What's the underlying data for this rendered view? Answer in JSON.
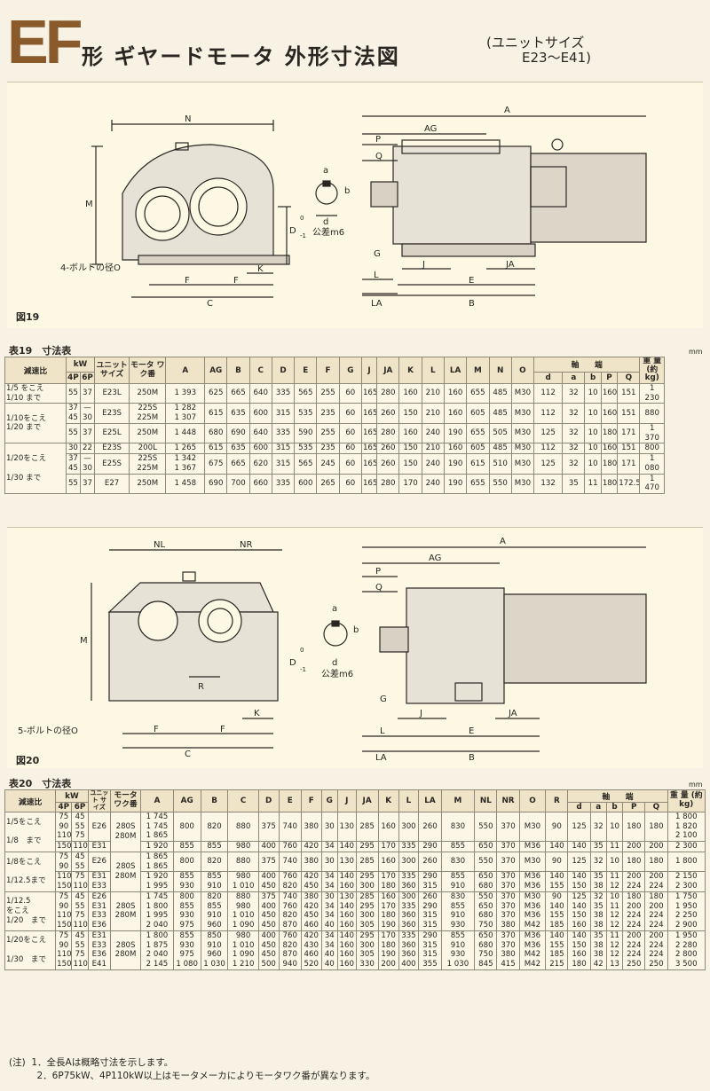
{
  "header": {
    "ef": "EF",
    "title": "形 ギヤードモータ 外形寸法図",
    "unit_label": "(ユニットサイズ",
    "unit_range": "E23～E41)"
  },
  "fig19": {
    "label": "図19",
    "dims": {
      "N": "N",
      "M": "M",
      "D": "D",
      "F": "F",
      "C": "C",
      "K": "K",
      "a": "a",
      "b": "b",
      "d": "d",
      "P": "P",
      "Q": "Q",
      "G": "G",
      "L": "L",
      "LA": "LA",
      "J": "J",
      "JA": "JA",
      "E": "E",
      "B": "B",
      "A": "A",
      "AG": "AG",
      "tol0": "0",
      "tolm": "-1"
    },
    "bolt": "4-ボルトの径O",
    "tol": "公差m6"
  },
  "table19": {
    "title": "表19　寸法表",
    "unit": "mm",
    "head": {
      "ratio": "減速比",
      "kw": "kW",
      "p4": "4P",
      "p6": "6P",
      "unit": "ユニット サイズ",
      "motor": "モータ ワク番",
      "A": "A",
      "AG": "AG",
      "B": "B",
      "C": "C",
      "D": "D",
      "E": "E",
      "F": "F",
      "G": "G",
      "J": "J",
      "JA": "JA",
      "K": "K",
      "L": "L",
      "LA": "LA",
      "M": "M",
      "N": "N",
      "O": "O",
      "shaft": "軸　　端",
      "d": "d",
      "a": "a",
      "b": "b",
      "P": "P",
      "Q": "Q",
      "weight": "重 量 (約kg)"
    },
    "rows": [
      {
        "ratio": "1/5 をこえ\n1/10 まで",
        "p4": "55",
        "p6": "37",
        "unit": "E23L",
        "motor": "250M",
        "A": "1 393",
        "AG": "625",
        "B": "665",
        "C": "640",
        "D": "335",
        "E": "565",
        "F": "255",
        "G": "60",
        "J": "165",
        "JA": "280",
        "K": "160",
        "L": "210",
        "LA": "160",
        "M": "655",
        "N": "485",
        "O": "M30",
        "d": "112",
        "a": "32",
        "b": "10",
        "P": "160",
        "Q": "151",
        "w": "1 230"
      },
      {
        "ratio": "1/10をこえ\n1/20 まで",
        "p4": "37\n45",
        "p6": "—\n30",
        "unit": "E23S",
        "motor": "225S\n225M",
        "A": "1 282\n1 307",
        "AG": "615",
        "B": "635",
        "C": "600",
        "D": "315",
        "E": "535",
        "F": "235",
        "G": "60",
        "J": "165",
        "JA": "260",
        "K": "150",
        "L": "210",
        "LA": "160",
        "M": "605",
        "N": "485",
        "O": "M30",
        "d": "112",
        "a": "32",
        "b": "10",
        "P": "160",
        "Q": "151",
        "w": "880"
      },
      {
        "ratio": "",
        "p4": "55",
        "p6": "37",
        "unit": "E25L",
        "motor": "250M",
        "A": "1 448",
        "AG": "680",
        "B": "690",
        "C": "640",
        "D": "335",
        "E": "590",
        "F": "255",
        "G": "60",
        "J": "165",
        "JA": "280",
        "K": "160",
        "L": "240",
        "LA": "190",
        "M": "655",
        "N": "505",
        "O": "M30",
        "d": "125",
        "a": "32",
        "b": "10",
        "P": "180",
        "Q": "171",
        "w": "1 370"
      },
      {
        "ratio": "1/20をこえ",
        "p4": "30",
        "p6": "22",
        "unit": "E23S",
        "motor": "200L",
        "A": "1 265",
        "AG": "615",
        "B": "635",
        "C": "600",
        "D": "315",
        "E": "535",
        "F": "235",
        "G": "60",
        "J": "165",
        "JA": "260",
        "K": "150",
        "L": "210",
        "LA": "160",
        "M": "605",
        "N": "485",
        "O": "M30",
        "d": "112",
        "a": "32",
        "b": "10",
        "P": "160",
        "Q": "151",
        "w": "800"
      },
      {
        "ratio": "",
        "p4": "37\n45",
        "p6": "—\n30",
        "unit": "E25S",
        "motor": "225S\n225M",
        "A": "1 342\n1 367",
        "AG": "675",
        "B": "665",
        "C": "620",
        "D": "315",
        "E": "565",
        "F": "245",
        "G": "60",
        "J": "165",
        "JA": "260",
        "K": "150",
        "L": "240",
        "LA": "190",
        "M": "615",
        "N": "510",
        "O": "M30",
        "d": "125",
        "a": "32",
        "b": "10",
        "P": "180",
        "Q": "171",
        "w": "1 080"
      },
      {
        "ratio": "1/30 まで",
        "p4": "55",
        "p6": "37",
        "unit": "E27",
        "motor": "250M",
        "A": "1 458",
        "AG": "690",
        "B": "700",
        "C": "660",
        "D": "335",
        "E": "600",
        "F": "265",
        "G": "60",
        "J": "165",
        "JA": "280",
        "K": "170",
        "L": "240",
        "LA": "190",
        "M": "655",
        "N": "550",
        "O": "M30",
        "d": "132",
        "a": "35",
        "b": "11",
        "P": "180",
        "Q": "172.5",
        "w": "1 470"
      }
    ]
  },
  "fig20": {
    "label": "図20",
    "dims": {
      "NL": "NL",
      "NR": "NR",
      "M": "M",
      "D": "D",
      "F": "F",
      "C": "C",
      "K": "K",
      "R": "R",
      "a": "a",
      "b": "b",
      "d": "d",
      "P": "P",
      "Q": "Q",
      "G": "G",
      "L": "L",
      "LA": "LA",
      "J": "J",
      "JA": "JA",
      "E": "E",
      "B": "B",
      "A": "A",
      "AG": "AG",
      "tol0": "0",
      "tolm": "-1"
    },
    "bolt": "5-ボルトの径O",
    "tol": "公差m6"
  },
  "table20": {
    "title": "表20　寸法表",
    "unit": "mm",
    "head": {
      "ratio": "減速比",
      "kw": "kW",
      "p4": "4P",
      "p6": "6P",
      "unit": "ユニット サイズ",
      "motor": "モータ ワク番",
      "A": "A",
      "AG": "AG",
      "B": "B",
      "C": "C",
      "D": "D",
      "E": "E",
      "F": "F",
      "G": "G",
      "J": "J",
      "JA": "JA",
      "K": "K",
      "L": "L",
      "LA": "LA",
      "M": "M",
      "NL": "NL",
      "NR": "NR",
      "O": "O",
      "R": "R",
      "shaft": "軸　　端",
      "d": "d",
      "a": "a",
      "b": "b",
      "P": "P",
      "Q": "Q",
      "weight": "重 量 (約kg)"
    },
    "groups": [
      {
        "ratio": "1/5をこえ\n\n1/8　まで",
        "a": {
          "p4": "75\n90\n110",
          "p6": "45\n55\n75",
          "unit": "E26",
          "motor": "280S\n280M",
          "A": "1 745\n1 745\n1 865",
          "AG": "800",
          "B": "820",
          "C": "880",
          "D": "375",
          "E": "740",
          "F": "380",
          "G": "30",
          "J": "130",
          "JA": "285",
          "K": "160",
          "L": "300",
          "LA": "260",
          "M": "830",
          "NL": "550",
          "NR": "370",
          "O": "M30",
          "R": "90",
          "d": "125",
          "ca": "32",
          "b": "10",
          "P": "180",
          "Q": "180",
          "w": "1 800\n1 820\n2 100"
        },
        "b": {
          "p4": "150",
          "p6": "110",
          "unit": "E31",
          "motor": "",
          "A": "1 920",
          "AG": "855",
          "B": "855",
          "C": "980",
          "D": "400",
          "E": "760",
          "F": "420",
          "G": "34",
          "J": "140",
          "JA": "295",
          "K": "170",
          "L": "335",
          "LA": "290",
          "M": "855",
          "NL": "650",
          "NR": "370",
          "O": "M36",
          "R": "140",
          "d": "140",
          "ca": "35",
          "b": "11",
          "P": "200",
          "Q": "200",
          "w": "2 300"
        }
      },
      {
        "ratio": "1/8をこえ\n\n1/12.5まで",
        "a": {
          "p4": "75\n90",
          "p6": "45\n55",
          "unit": "E26",
          "motor": "280S\n280M",
          "A": "1 865\n1 865",
          "AG": "800",
          "B": "820",
          "C": "880",
          "D": "375",
          "E": "740",
          "F": "380",
          "G": "30",
          "J": "130",
          "JA": "285",
          "K": "160",
          "L": "300",
          "LA": "260",
          "M": "830",
          "NL": "550",
          "NR": "370",
          "O": "M30",
          "R": "90",
          "d": "125",
          "ca": "32",
          "b": "10",
          "P": "180",
          "Q": "180",
          "w": "1 800"
        },
        "b": {
          "p4": "110\n150",
          "p6": "75\n110",
          "unit": "E31\nE33",
          "motor": "",
          "A": "1 920\n1 995",
          "AG": "855\n930",
          "B": "855\n910",
          "C": "980\n1 010",
          "D": "400\n450",
          "E": "760\n820",
          "F": "420\n450",
          "G": "34\n34",
          "J": "140\n160",
          "JA": "295\n300",
          "K": "170\n180",
          "L": "335\n360",
          "LA": "290\n315",
          "M": "855\n910",
          "NL": "650\n680",
          "NR": "370\n370",
          "O": "M36\nM36",
          "R": "140\n155",
          "d": "140\n150",
          "ca": "35\n38",
          "b": "11\n12",
          "P": "200\n224",
          "Q": "200\n224",
          "w": "2 150\n2 300"
        }
      },
      {
        "ratio": "1/12.5\nをこえ\n1/20　まで",
        "a": {
          "p4": "75\n90\n110\n150",
          "p6": "45\n55\n75\n110",
          "unit": "E26\nE31\nE33\nE36",
          "motor": "280S\n280M",
          "A": "1 745\n1 800\n1 995\n2 040",
          "AG": "800\n855\n930\n975",
          "B": "820\n855\n910\n960",
          "C": "880\n980\n1 010\n1 090",
          "D": "375\n400\n450\n450",
          "E": "740\n760\n820\n870",
          "F": "380\n420\n450\n460",
          "G": "30\n34\n34\n40",
          "J": "130\n140\n160\n160",
          "JA": "285\n295\n300\n305",
          "K": "160\n170\n180\n190",
          "L": "300\n335\n360\n360",
          "LA": "260\n290\n315\n315",
          "M": "830\n855\n910\n930",
          "NL": "550\n650\n680\n750",
          "NR": "370\n370\n370\n380",
          "O": "M30\nM36\nM36\nM42",
          "R": "90\n140\n155\n185",
          "d": "125\n140\n150\n160",
          "ca": "32\n35\n38\n38",
          "b": "10\n11\n12\n12",
          "P": "180\n200\n224\n224",
          "Q": "180\n200\n224\n224",
          "w": "1 750\n1 950\n2 250\n2 900"
        }
      },
      {
        "ratio": "1/20をこえ\n\n1/30　まで",
        "a": {
          "p4": "75\n90\n110\n150",
          "p6": "45\n55\n75\n110",
          "unit": "E31\nE33\nE36\nE41",
          "motor": "280S\n280M",
          "A": "1 800\n1 875\n2 040\n2 145",
          "AG": "855\n930\n975\n1 080",
          "B": "850\n910\n960\n1 030",
          "C": "980\n1 010\n1 090\n1 210",
          "D": "400\n450\n450\n500",
          "E": "760\n820\n870\n940",
          "F": "420\n430\n460\n520",
          "G": "34\n34\n40\n40",
          "J": "140\n160\n160\n160",
          "JA": "295\n300\n305\n330",
          "K": "170\n180\n190\n200",
          "L": "335\n360\n360\n400",
          "LA": "290\n315\n315\n355",
          "M": "855\n910\n930\n1 030",
          "NL": "650\n680\n750\n845",
          "NR": "370\n370\n380\n415",
          "O": "M36\nM36\nM42\nM42",
          "R": "140\n155\n185\n215",
          "d": "140\n150\n160\n180",
          "ca": "35\n38\n38\n42",
          "b": "11\n12\n12\n13",
          "P": "200\n224\n224\n250",
          "Q": "200\n224\n224\n250",
          "w": "1 950\n2 280\n2 800\n3 500"
        }
      }
    ]
  },
  "notes": [
    "(注)  1．全長Aは概略寸法を示します。",
    "　　　2．6P75kW、4P110kW以上はモータメーカによりモータワク番が異なります。"
  ]
}
